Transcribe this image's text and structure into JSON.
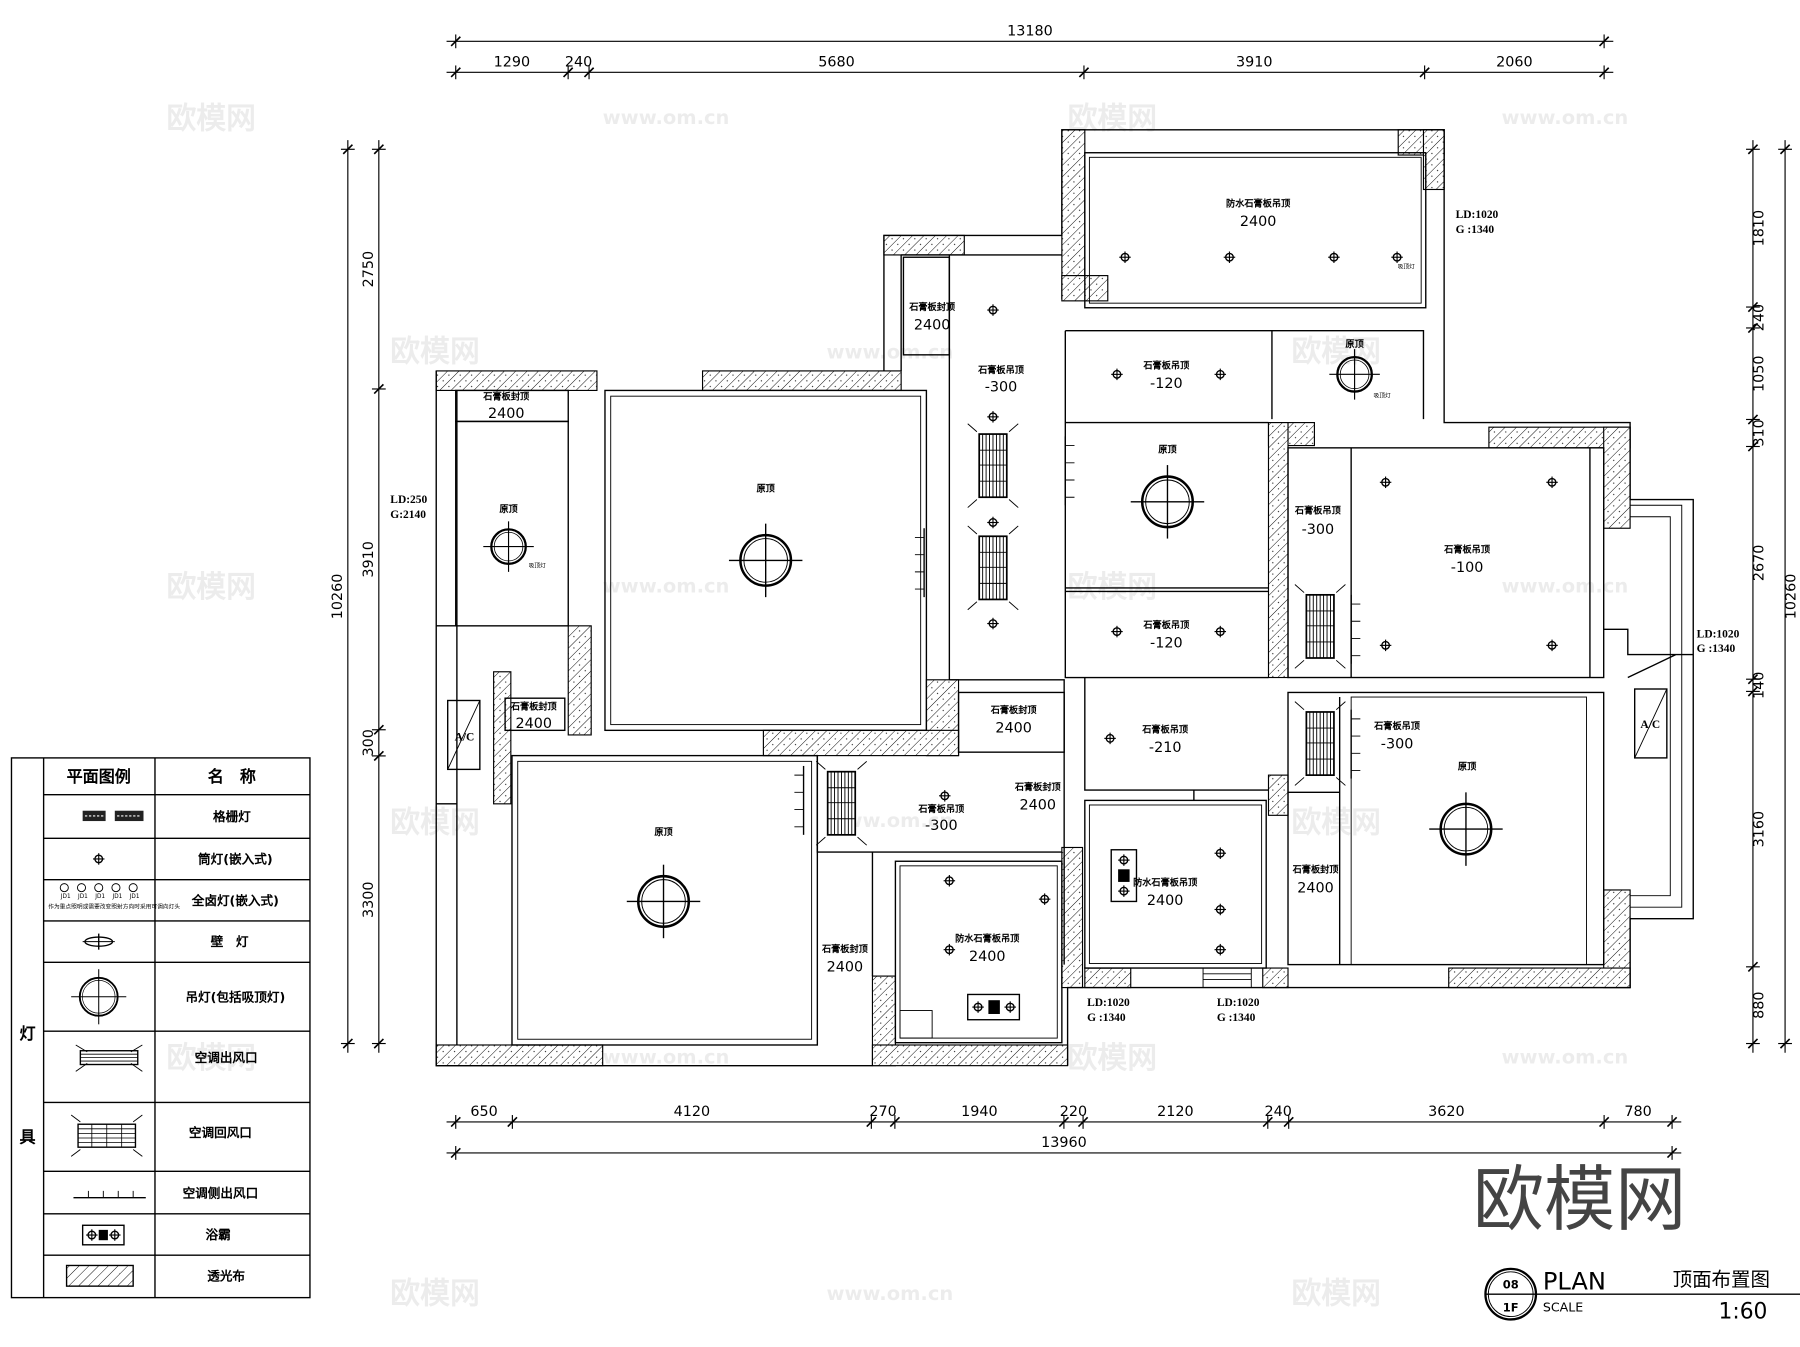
{
  "title_block": {
    "sheet_no": "08",
    "floor": "1F",
    "title_en": "PLAN",
    "scale_label": "SCALE",
    "title_cn": "顶面布置图",
    "scale": "1:60"
  },
  "dimensions": {
    "top_total": "13180",
    "top": [
      "1290",
      "240",
      "5680",
      "3910",
      "2060"
    ],
    "bottom_total": "13960",
    "bottom": [
      "650",
      "4120",
      "270",
      "1940",
      "220",
      "2120",
      "240",
      "3620",
      "780"
    ],
    "left_total": "10260",
    "left": [
      "2750",
      "3910",
      "300",
      "3300"
    ],
    "right_total": "10260",
    "right": [
      "1810",
      "240",
      "1050",
      "310",
      "2670",
      "140",
      "3160",
      "880"
    ]
  },
  "plan": {
    "rooms": [
      {
        "type": "石膏板封顶",
        "height": "2400"
      },
      {
        "type": "石膏板吊顶",
        "height": "-300"
      },
      {
        "type": "防水石膏板吊顶",
        "height": "2400"
      },
      {
        "type": "石膏板吊顶",
        "height": "-120"
      },
      {
        "type": "石膏板吊顶",
        "height": "-120"
      },
      {
        "type": "石膏板吊顶",
        "height": "-300"
      },
      {
        "type": "石膏板吊顶",
        "height": "-100"
      },
      {
        "type": "石膏板吊顶",
        "height": "-300"
      },
      {
        "type": "石膏板封顶",
        "height": "2400"
      },
      {
        "type": "石膏板吊顶",
        "height": "-210"
      },
      {
        "type": "防水石膏板吊顶",
        "height": "2400"
      },
      {
        "type": "防水石膏板吊顶",
        "height": "2400"
      },
      {
        "type": "石膏板封顶",
        "height": "2400"
      },
      {
        "type": "石膏板封顶",
        "height": "2400"
      },
      {
        "type": "石膏板吊顶",
        "height": "-300"
      },
      {
        "type": "石膏板封顶",
        "height": "2400"
      },
      {
        "type": "石膏板封顶",
        "height": "2400"
      },
      {
        "type": "石膏板封顶",
        "height": "2400"
      }
    ],
    "original_ceiling": "原顶",
    "ceiling_lamp_note": "吸顶灯",
    "ac_unit": "A/C",
    "levels": [
      {
        "ld": "LD:1020",
        "g": "G :1340"
      },
      {
        "ld": "LD:250",
        "g": "G:2140"
      },
      {
        "ld": "LD:1020",
        "g": "G :1340"
      },
      {
        "ld": "LD:1020",
        "g": "G :1340"
      },
      {
        "ld": "LD:1020",
        "g": "G :1340"
      }
    ]
  },
  "legend": {
    "header_symbol": "平面图例",
    "header_name": "名　称",
    "category": [
      "灯",
      "具"
    ],
    "rows": [
      {
        "icon": "grille-light-icon",
        "name": "格栅灯"
      },
      {
        "icon": "downlight-icon",
        "name": "筒灯(嵌入式)"
      },
      {
        "icon": "halogen-light-icon",
        "name": "全卤灯(嵌入式)",
        "tag": "JD1",
        "note": "作为重点照明或需要改变照射方向时采用可调向灯头"
      },
      {
        "icon": "wall-light-icon",
        "name": "壁　灯"
      },
      {
        "icon": "pendant-light-icon",
        "name": "吊灯(包括吸顶灯)"
      },
      {
        "icon": "ac-supply-vent-icon",
        "name": "空调出风口"
      },
      {
        "icon": "ac-return-vent-icon",
        "name": "空调回风口"
      },
      {
        "icon": "ac-side-vent-icon",
        "name": "空调侧出风口"
      },
      {
        "icon": "bath-heater-icon",
        "name": "浴霸"
      },
      {
        "icon": "light-fabric-icon",
        "name": "透光布"
      }
    ]
  },
  "watermark": {
    "brand": "欧模网",
    "url": "www.om.cn"
  }
}
